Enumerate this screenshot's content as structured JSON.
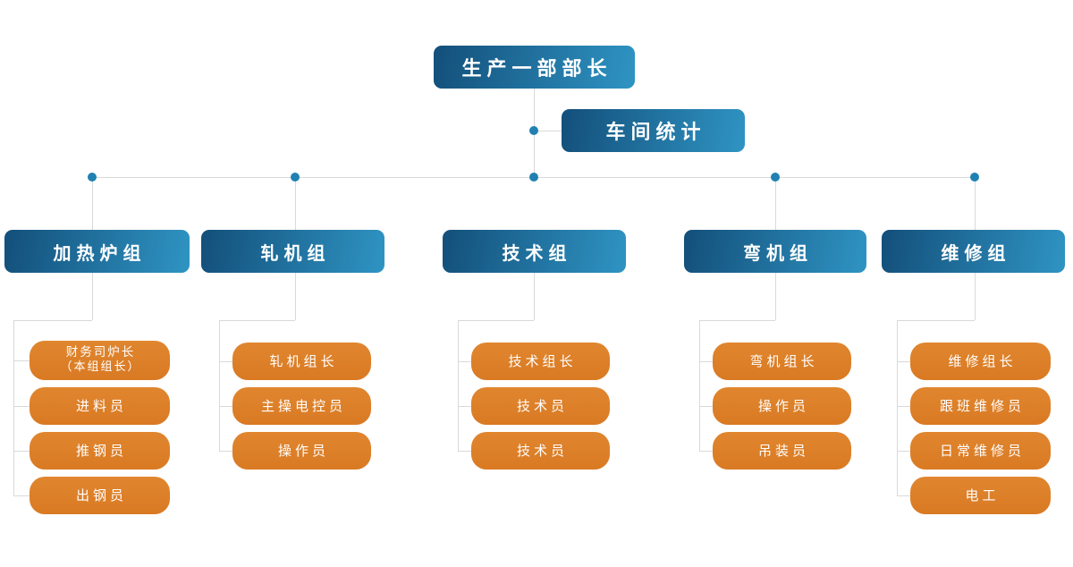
{
  "palette": {
    "blue_gradient_start": "#134f7a",
    "blue_gradient_end": "#2f94c3",
    "orange": "#dd7e28",
    "connector_line": "#d9d9d9",
    "junction_dot": "#1f81b2",
    "node_text": "#ffffff"
  },
  "org_chart": {
    "root": {
      "label": "生产一部部长"
    },
    "staff_node": {
      "label": "车间统计"
    },
    "groups": [
      {
        "label": "加热炉组",
        "members": [
          {
            "label": "财务司炉长",
            "sub": "（本组组长）"
          },
          {
            "label": "进料员"
          },
          {
            "label": "推钢员"
          },
          {
            "label": "出钢员"
          }
        ]
      },
      {
        "label": "轧机组",
        "members": [
          {
            "label": "轧机组长"
          },
          {
            "label": "主操电控员"
          },
          {
            "label": "操作员"
          }
        ]
      },
      {
        "label": "技术组",
        "members": [
          {
            "label": "技术组长"
          },
          {
            "label": "技术员"
          },
          {
            "label": "技术员"
          }
        ]
      },
      {
        "label": "弯机组",
        "members": [
          {
            "label": "弯机组长"
          },
          {
            "label": "操作员"
          },
          {
            "label": "吊装员"
          }
        ]
      },
      {
        "label": "维修组",
        "members": [
          {
            "label": "维修组长"
          },
          {
            "label": "跟班维修员"
          },
          {
            "label": "日常维修员"
          },
          {
            "label": "电工"
          }
        ]
      }
    ]
  }
}
